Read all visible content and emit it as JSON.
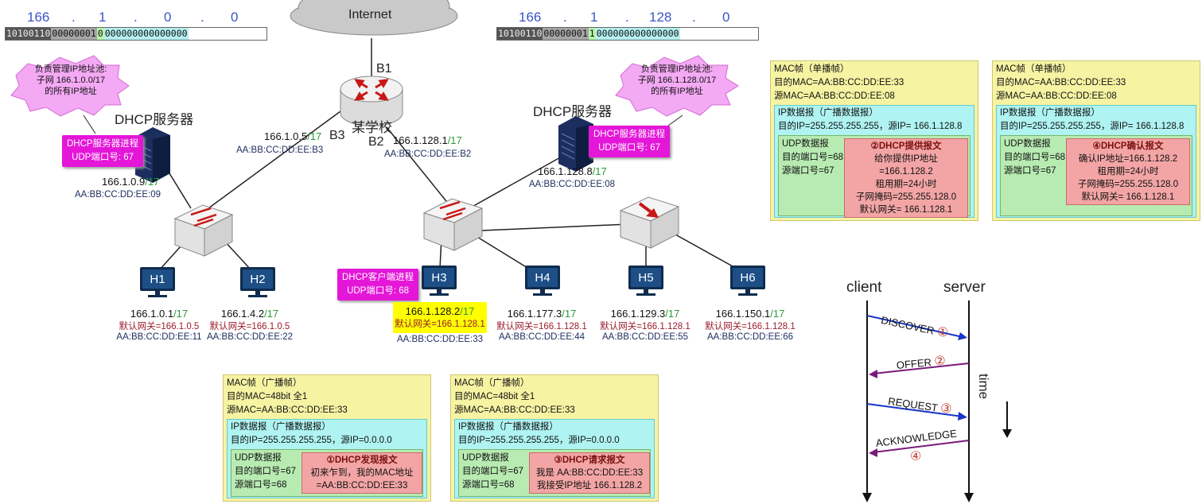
{
  "left_subnet": {
    "octets": [
      "166",
      ".",
      "1",
      ".",
      "0",
      ".",
      "0"
    ],
    "bits_dark": "10100110",
    "bits_mid": "00000001",
    "bits_green": "0",
    "bits_cyan": "000000000000000"
  },
  "right_subnet": {
    "octets": [
      "166",
      ".",
      "1",
      ".",
      "128",
      ".",
      "0"
    ],
    "bits_dark": "10100110",
    "bits_mid": "00000001",
    "bits_green": "1",
    "bits_cyan": "000000000000000"
  },
  "internet": {
    "label": "Internet"
  },
  "router": {
    "name": "某学校",
    "b1": "B1",
    "b2": "B2",
    "b3": "B3",
    "b3_ip": "166.1.0.5",
    "b3_prefix": "/17",
    "b3_mac": "AA:BB:CC:DD:EE:B3",
    "b2_ip": "166.1.128.1",
    "b2_prefix": "/17",
    "b2_mac": "AA:BB:CC:DD:EE:B2"
  },
  "dhcp_left": {
    "title": "DHCP服务器",
    "pool_line1": "负责管理IP地址池:",
    "pool_line2": "子网 166.1.0.0/17",
    "pool_line3": "的所有IP地址",
    "proc_line1": "DHCP服务器进程",
    "proc_line2": "UDP端口号: 67",
    "ip": "166.1.0.9",
    "prefix": "/17",
    "mac": "AA:BB:CC:DD:EE:09"
  },
  "dhcp_right": {
    "title": "DHCP服务器",
    "pool_line1": "负责管理IP地址池:",
    "pool_line2": "子网 166.1.128.0/17",
    "pool_line3": "的所有IP地址",
    "proc_line1": "DHCP服务器进程",
    "proc_line2": "UDP端口号: 67",
    "ip": "166.1.128.8",
    "prefix": "/17",
    "mac": "AA:BB:CC:DD:EE:08"
  },
  "client_proc": {
    "line1": "DHCP客户端进程",
    "line2": "UDP端口号: 68"
  },
  "hosts": [
    {
      "name": "H1",
      "ip": "166.1.0.1",
      "prefix": "/17",
      "gw": "默认网关=166.1.0.5",
      "mac": "AA:BB:CC:DD:EE:11"
    },
    {
      "name": "H2",
      "ip": "166.1.4.2",
      "prefix": "/17",
      "gw": "默认网关=166.1.0.5",
      "mac": "AA:BB:CC:DD:EE:22"
    },
    {
      "name": "H3",
      "ip": "166.1.128.2",
      "prefix": "/17",
      "gw": "默认网关=166.1.128.1",
      "mac": "AA:BB:CC:DD:EE:33"
    },
    {
      "name": "H4",
      "ip": "166.1.177.3",
      "prefix": "/17",
      "gw": "默认网关=166.1.128.1",
      "mac": "AA:BB:CC:DD:EE:44"
    },
    {
      "name": "H5",
      "ip": "166.1.129.3",
      "prefix": "/17",
      "gw": "默认网关=166.1.128.1",
      "mac": "AA:BB:CC:DD:EE:55"
    },
    {
      "name": "H6",
      "ip": "166.1.150.1",
      "prefix": "/17",
      "gw": "默认网关=166.1.128.1",
      "mac": "AA:BB:CC:DD:EE:66"
    }
  ],
  "frames": [
    {
      "mac_title": "MAC帧（广播帧）",
      "dst_mac": "目的MAC=48bit 全1",
      "src_mac": "源MAC=AA:BB:CC:DD:EE:33",
      "ip_title": "IP数据报（广播数据报）",
      "ip_line": "目的IP=255.255.255.255，源IP=0.0.0.0",
      "udp_title": "UDP数据报",
      "udp_dst": "目的端口号=67",
      "udp_src": "源端口号=68",
      "msg_title": "①DHCP发现报文",
      "msg_lines": [
        "初来乍到，我的MAC地址",
        "=AA:BB:CC:DD:EE:33"
      ]
    },
    {
      "mac_title": "MAC帧（广播帧）",
      "dst_mac": "目的MAC=48bit 全1",
      "src_mac": "源MAC=AA:BB:CC:DD:EE:33",
      "ip_title": "IP数据报（广播数据报）",
      "ip_line": "目的IP=255.255.255.255，源IP=0.0.0.0",
      "udp_title": "UDP数据报",
      "udp_dst": "目的端口号=67",
      "udp_src": "源端口号=68",
      "msg_title": "③DHCP请求报文",
      "msg_lines": [
        "我是 AA:BB:CC:DD:EE:33",
        "我接受IP地址 166.1.128.2"
      ]
    },
    {
      "mac_title": "MAC帧（单播帧）",
      "dst_mac": "目的MAC=AA:BB:CC:DD:EE:33",
      "src_mac": "源MAC=AA:BB:CC:DD:EE:08",
      "ip_title": "IP数据报（广播数据报）",
      "ip_line": "目的IP=255.255.255.255，源IP= 166.1.128.8",
      "udp_title": "UDP数据报",
      "udp_dst": "目的端口号=68",
      "udp_src": "源端口号=67",
      "msg_title": "②DHCP提供报文",
      "msg_lines": [
        "给你提供IP地址=166.1.128.2",
        "租用期=24小时",
        "子网掩码=255.255.128.0",
        "默认网关= 166.1.128.1"
      ]
    },
    {
      "mac_title": "MAC帧（单播帧）",
      "dst_mac": "目的MAC=AA:BB:CC:DD:EE:33",
      "src_mac": "源MAC=AA:BB:CC:DD:EE:08",
      "ip_title": "IP数据报（广播数据报）",
      "ip_line": "目的IP=255.255.255.255，源IP= 166.1.128.8",
      "udp_title": "UDP数据报",
      "udp_dst": "目的端口号=68",
      "udp_src": "源端口号=67",
      "msg_title": "④DHCP确认报文",
      "msg_lines": [
        "确认IP地址=166.1.128.2",
        "租用期=24小时",
        "子网掩码=255.255.128.0",
        "默认网关= 166.1.128.1"
      ]
    }
  ],
  "sequence": {
    "client": "client",
    "server": "server",
    "time": "time",
    "steps": [
      {
        "label": "DISCOVER",
        "num": "①"
      },
      {
        "label": "OFFER",
        "num": "②"
      },
      {
        "label": "REQUEST",
        "num": "③"
      },
      {
        "label": "ACKNOWLEDGE",
        "num": "④"
      }
    ]
  },
  "colors": {
    "prefix_green": "#2a9a3a",
    "octet_blue": "#3a55c8",
    "process_magenta": "#e416d8",
    "highlight_yellow": "#ffff00",
    "frame_yellow": "#f6f3a3",
    "ip_cyan": "#aff3f2",
    "udp_green": "#b8ebb2",
    "msg_red": "#f3a5a5"
  }
}
